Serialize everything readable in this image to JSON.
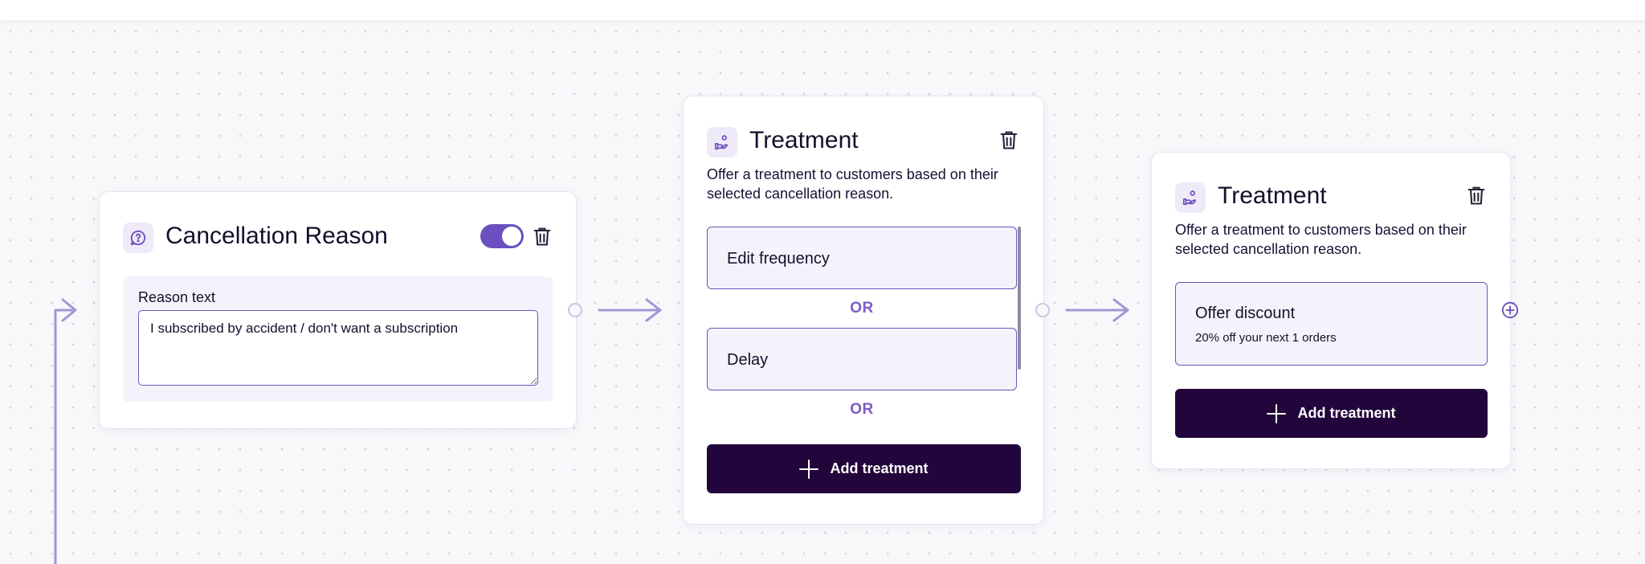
{
  "colors": {
    "accent": "#6b4fc0",
    "dark_button": "#22053b",
    "option_fill": "#f5f2fc",
    "connector": "#a596d4"
  },
  "cancellation_card": {
    "title": "Cancellation Reason",
    "icon": "chat-question-icon",
    "toggle_on": true,
    "field_label": "Reason text",
    "reason_value": "I subscribed by accident / don't want a subscription"
  },
  "treatment_card_1": {
    "title": "Treatment",
    "icon": "hand-coin-icon",
    "description": "Offer a treatment to customers based on their selected cancellation reason.",
    "options": [
      {
        "label": "Edit frequency"
      },
      {
        "label": "Delay"
      }
    ],
    "or_label": "OR",
    "add_label": "Add treatment"
  },
  "treatment_card_2": {
    "title": "Treatment",
    "icon": "hand-coin-icon",
    "description": "Offer a treatment to customers based on their selected cancellation reason.",
    "options": [
      {
        "label": "Offer discount",
        "sublabel": "20% off your next 1 orders"
      }
    ],
    "add_label": "Add treatment"
  }
}
